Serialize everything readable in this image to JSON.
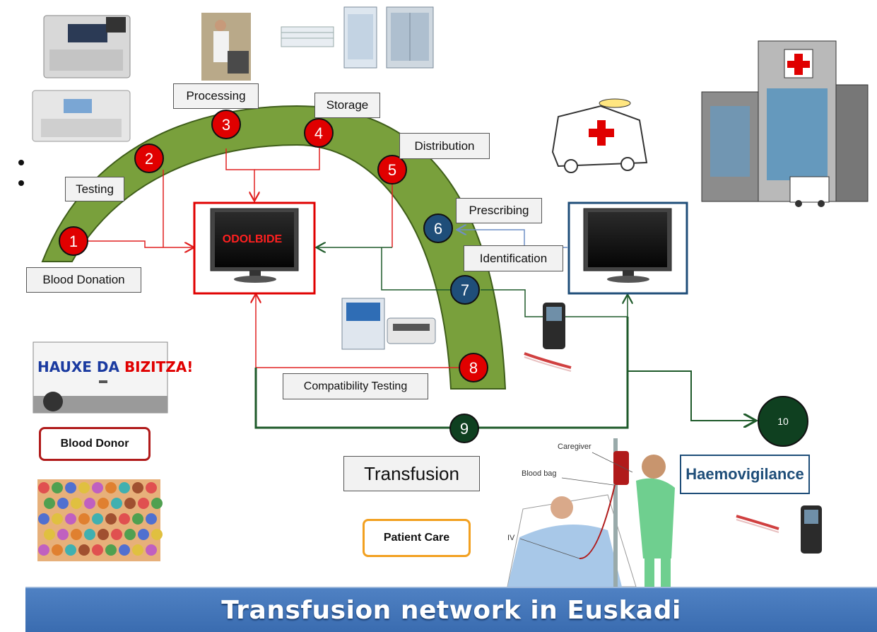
{
  "title": "Transfusion network in Euskadi",
  "labels": {
    "blood_donation": "Blood Donation",
    "testing": "Testing",
    "processing": "Processing",
    "storage": "Storage",
    "distribution": "Distribution",
    "prescribing": "Prescribing",
    "identification": "Identification",
    "compatibility_testing": "Compatibility Testing",
    "transfusion": "Transfusion",
    "haemovigilance": "Haemovigilance",
    "blood_donor": "Blood Donor",
    "patient_care": "Patient Care"
  },
  "steps": [
    "1",
    "2",
    "3",
    "4",
    "5",
    "6",
    "7",
    "8",
    "9",
    "10"
  ],
  "monitor_odolbide": "ODOLBIDE",
  "bus_text_white": "HAUXE DA ",
  "bus_text_red": "BIZITZA!",
  "illustration_labels": {
    "caregiver": "Caregiver",
    "blood_bag": "Blood bag",
    "iv": "IV"
  },
  "colors": {
    "arc": "#79a03c",
    "step_red": "#e00000",
    "step_blue": "#1f4e79",
    "step_dark_green": "#0f4020",
    "line_red": "#e02020",
    "line_green": "#1e5a2a",
    "line_blue": "#6f8fc6",
    "footer": "#4a7ec1"
  }
}
